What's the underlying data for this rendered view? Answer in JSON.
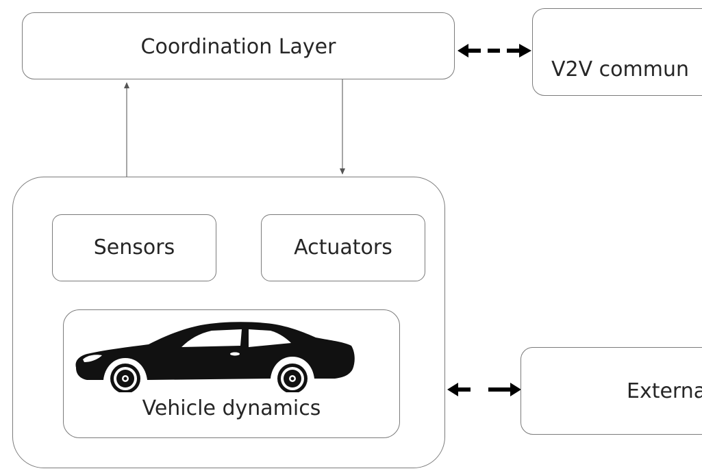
{
  "diagram": {
    "coordination_layer": "Coordination Layer",
    "v2v_communication": "V2V commun",
    "sensors": "Sensors",
    "actuators": "Actuators",
    "vehicle_dynamics": "Vehicle dynamics",
    "external": "Externa"
  },
  "icons": {
    "car": "car-icon"
  },
  "colors": {
    "border": "#7a7a7a",
    "text": "#262626",
    "arrow": "#000000",
    "car": "#111111"
  }
}
